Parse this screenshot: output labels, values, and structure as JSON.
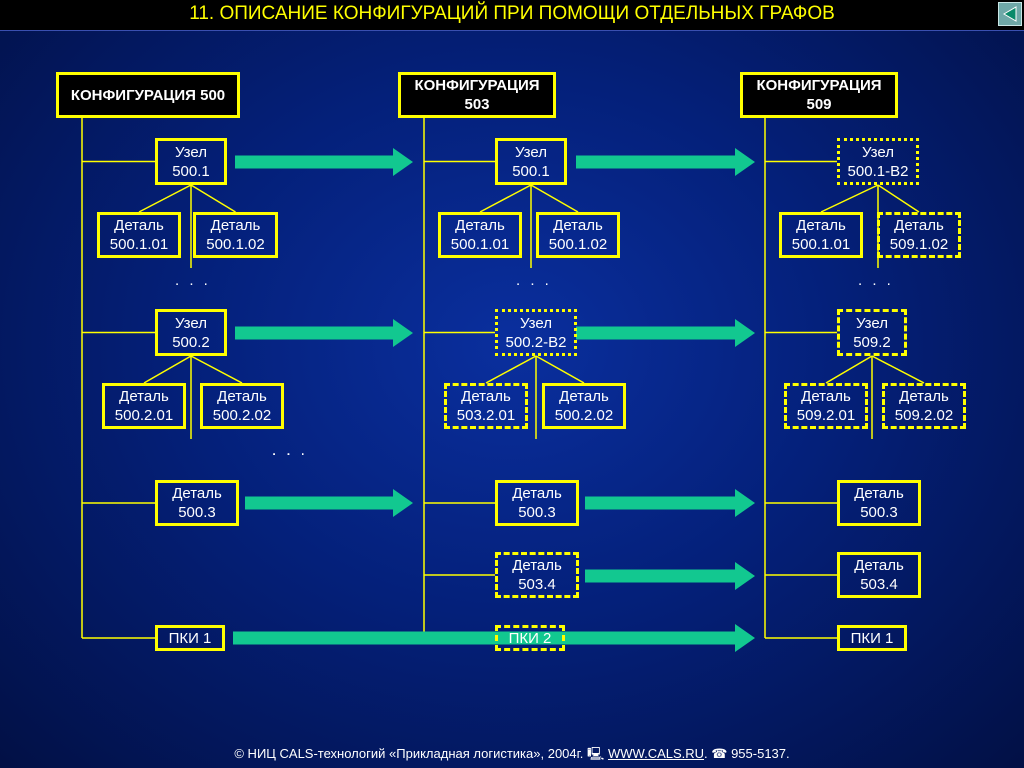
{
  "header": {
    "title": "11. ОПИСАНИЕ КОНФИГУРАЦИЙ ПРИ ПОМОЩИ ОТДЕЛЬНЫХ ГРАФОВ"
  },
  "configs": [
    {
      "title": "КОНФИГУРАЦИЯ 500",
      "nodes": [
        {
          "label": "Узел\n500.1",
          "style": "solid",
          "parts": [
            {
              "label": "Деталь\n500.1.01",
              "style": "solid"
            },
            {
              "label": "Деталь\n500.1.02",
              "style": "solid"
            }
          ]
        },
        {
          "label": "Узел\n500.2",
          "style": "solid",
          "parts": [
            {
              "label": "Деталь\n500.2.01",
              "style": "solid"
            },
            {
              "label": "Деталь\n500.2.02",
              "style": "solid"
            }
          ]
        }
      ],
      "items": [
        {
          "label": "Деталь\n500.3",
          "style": "solid"
        },
        {
          "label": "ПКИ  1",
          "style": "solid"
        }
      ]
    },
    {
      "title": "КОНФИГУРАЦИЯ\n503",
      "nodes": [
        {
          "label": "Узел\n500.1",
          "style": "solid",
          "parts": [
            {
              "label": "Деталь\n500.1.01",
              "style": "solid"
            },
            {
              "label": "Деталь\n500.1.02",
              "style": "solid"
            }
          ]
        },
        {
          "label": "Узел\n500.2-В2",
          "style": "dotted",
          "parts": [
            {
              "label": "Деталь\n503.2.01",
              "style": "dashed"
            },
            {
              "label": "Деталь\n500.2.02",
              "style": "solid"
            }
          ]
        }
      ],
      "items": [
        {
          "label": "Деталь\n500.3",
          "style": "solid"
        },
        {
          "label": "Деталь\n503.4",
          "style": "dashed"
        },
        {
          "label": "ПКИ  2",
          "style": "dashed"
        }
      ]
    },
    {
      "title": "КОНФИГУРАЦИЯ\n509",
      "nodes": [
        {
          "label": "Узел\n500.1-В2",
          "style": "dotted",
          "parts": [
            {
              "label": "Деталь\n500.1.01",
              "style": "solid"
            },
            {
              "label": "Деталь\n509.1.02",
              "style": "dashed"
            }
          ]
        },
        {
          "label": "Узел\n509.2",
          "style": "dashed",
          "parts": [
            {
              "label": "Деталь\n509.2.01",
              "style": "dashed"
            },
            {
              "label": "Деталь\n509.2.02",
              "style": "dashed"
            }
          ]
        }
      ],
      "items": [
        {
          "label": "Деталь\n500.3",
          "style": "solid"
        },
        {
          "label": "Деталь\n503.4",
          "style": "solid"
        },
        {
          "label": "ПКИ  1",
          "style": "solid"
        }
      ]
    }
  ],
  "ellipsis": ". . .",
  "colors": {
    "box_border": "#ffff00",
    "connector": "#ffff00",
    "arrow": "#12c890",
    "title_text": "#ffff00"
  },
  "footer": {
    "copyright": "© НИЦ CALS-технологий «Прикладная логистика», 2004г. 🖳",
    "link_text": "WWW.CALS.RU",
    "phone": ". ☎ 955-5137."
  }
}
